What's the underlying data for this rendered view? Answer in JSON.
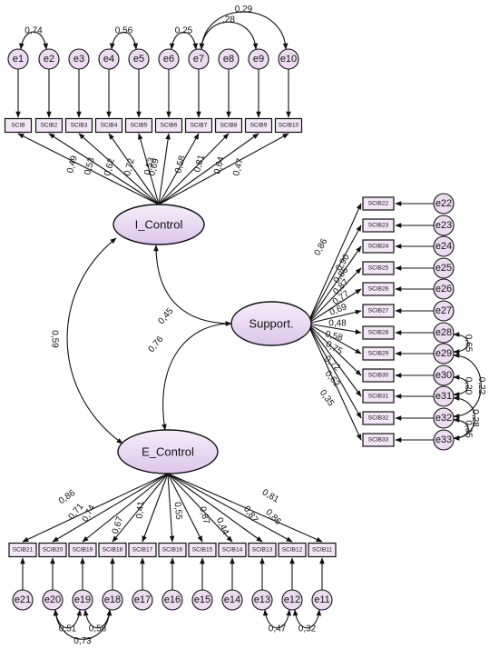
{
  "latents": {
    "icontrol": "I_Control",
    "support": "Support.",
    "econtrol": "E_Control"
  },
  "top": {
    "items": [
      "SCIB",
      "SCIB2",
      "SCIB3",
      "SCIB4",
      "SCIB5",
      "SCIB6",
      "SCIB7",
      "SCIB8",
      "SCIB9",
      "SCIB10"
    ],
    "errors": [
      "e1",
      "e2",
      "e3",
      "e4",
      "e5",
      "e6",
      "e7",
      "e8",
      "e9",
      "e10"
    ],
    "loadings": [
      "0,49",
      "0,53",
      "0,62",
      "0,72",
      "0,53",
      "0,58",
      "0,81",
      "0,64",
      "0,47",
      "0,69"
    ],
    "covs": [
      {
        "from": 0,
        "to": 1,
        "value": "0,74"
      },
      {
        "from": 3,
        "to": 4,
        "value": "0,56"
      },
      {
        "from": 5,
        "to": 6,
        "value": "0,25"
      },
      {
        "from": 6,
        "to": 8,
        "value": ",28"
      },
      {
        "from": 6,
        "to": 9,
        "value": "0,29"
      }
    ]
  },
  "right": {
    "items": [
      "SCIB22",
      "SCIB23",
      "SCIB24",
      "SCIB25",
      "SCIB26",
      "SCIB27",
      "SCIB28",
      "SCIB29",
      "SCIB30",
      "SCIB31",
      "SCIB32",
      "SCIB33"
    ],
    "errors": [
      "e22",
      "e23",
      "e24",
      "e25",
      "e26",
      "e27",
      "e28",
      "e29",
      "e30",
      "e31",
      "e32",
      "e33"
    ],
    "loadings": [
      "0,86",
      "0,90",
      "0,86",
      "0,87",
      "0,77",
      "0,69",
      "0,48",
      "0,58",
      "0,75",
      "0,72",
      "0,62",
      "0,35"
    ],
    "covs": [
      {
        "from": 6,
        "to": 7,
        "value": "0,65"
      },
      {
        "from": 8,
        "to": 9,
        "value": "0,20"
      },
      {
        "from": 7,
        "to": 10,
        "value": "0,22"
      },
      {
        "from": 9,
        "to": 11,
        "value": "0,28"
      },
      {
        "from": 10,
        "to": 11,
        "value": "0,35"
      }
    ]
  },
  "bottom": {
    "items": [
      "SCIB21",
      "SCIB20",
      "SCIB19",
      "SCIB18",
      "SCIB17",
      "SCIB16",
      "SCIB15",
      "SCIB14",
      "SCIB13",
      "SCIB12",
      "SCIB11"
    ],
    "errors": [
      "e21",
      "e20",
      "e19",
      "e18",
      "e17",
      "e16",
      "e15",
      "e14",
      "e13",
      "e12",
      "e11"
    ],
    "loadings": [
      "0,86",
      "0,71",
      "0,74",
      "0,67",
      "0,41",
      "0,55",
      "0,87",
      "0,44",
      "0,87",
      "0,86",
      "0,81"
    ],
    "covs": [
      {
        "from": 1,
        "to": 3,
        "value": "0,73"
      },
      {
        "from": 2,
        "to": 3,
        "value": "0,58"
      },
      {
        "from": 1,
        "to": 2,
        "value": "0,51"
      },
      {
        "from": 8,
        "to": 9,
        "value": "0,47"
      },
      {
        "from": 9,
        "to": 10,
        "value": "0,32"
      }
    ]
  },
  "paths": {
    "icontrol_econtrol": "0,59",
    "icontrol_support": "0,45",
    "econtrol_support": "0,76"
  }
}
